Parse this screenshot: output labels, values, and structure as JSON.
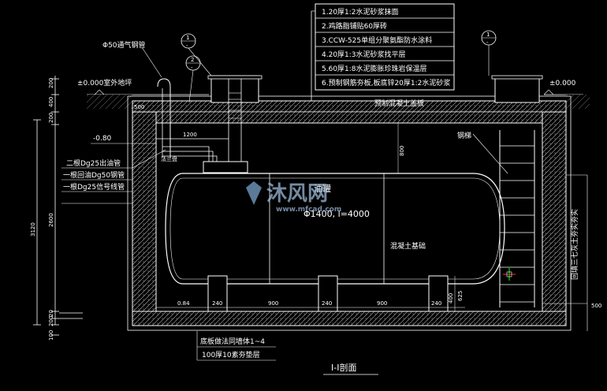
{
  "notes": [
    "1.20厚1:2水泥砂浆抹面",
    "2.鸡路脂铺贴60厚砖",
    "3.CCW-525单组分聚氨酯防水涂料",
    "4.20厚1:3水泥砂浆找平层",
    "5.60厚1:8水泥膨胀珍珠岩保温层",
    "6.预制钢筋夯板,板底锌20厚1:2水泥砂浆"
  ],
  "labels": {
    "vent_pipe": "Φ50通气钢管",
    "ground_level_left": "±0.000室外地坪",
    "ground_level_right": "±0.000",
    "cover_slab": "预制混凝土盖板",
    "ladder": "钢梯",
    "depth": "-0.80",
    "pipe1": "二根Dg25出油管",
    "pipe2": "一根回油Dg50钢管",
    "pipe3": "一根Dg25信号线管",
    "flange": "法兰盘",
    "tank_name": "油罐",
    "tank_size": "Φ1400, l=4000",
    "saddle": "混凝土基础",
    "backfill": "回填三七灰土夯实夯实",
    "floor_note1": "底板做法同墙体1~4",
    "floor_note2": "100厚10素夯垫层",
    "section_title": "Ⅰ-Ⅰ剖面",
    "section_tag1_top": "1",
    "section_tag1_bot": "-",
    "section_tag2_top": "2",
    "section_tag2_bot": "-",
    "section_tag3_top": "1",
    "section_tag3_bot": "-",
    "watermark_brand": "沐风网",
    "watermark_url": "www.mfcad.com"
  },
  "dimensions": {
    "d200_top": "200",
    "d400": "400",
    "d200_mid": "200",
    "d3120": "3120",
    "d2600": "2600",
    "d20a": "20",
    "d200_bot": "200",
    "d100": "100",
    "d500_left": "500",
    "d1200": "1200",
    "d800": "800",
    "d084": "0.84",
    "d240a": "240",
    "d900a": "900",
    "d240b": "240",
    "d900b": "900",
    "d240c": "240",
    "d400b": "400",
    "d625": "625",
    "d500_right": "500"
  },
  "colors": {
    "background": "#000000",
    "line": "#ffffff",
    "hatch": "#cfcfcf",
    "marker": "#00ff00",
    "marker2": "#ff3030"
  }
}
